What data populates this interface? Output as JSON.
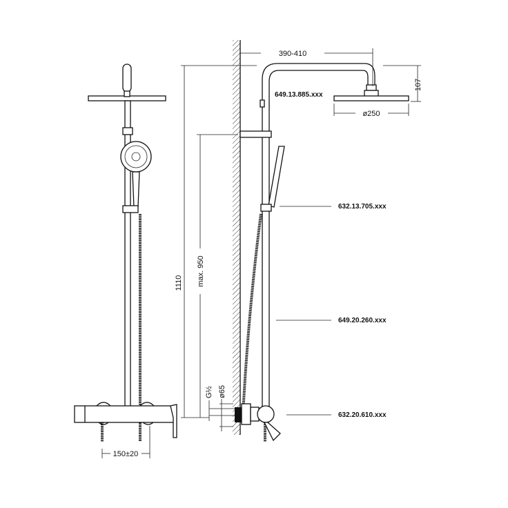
{
  "dimensions": {
    "arm_projection": "390-410",
    "head_height": "107",
    "head_diameter": "ø250",
    "total_height": "1110",
    "max_height": "max. 950",
    "thread": "G½",
    "rosette_diameter": "ø65",
    "inlet_spacing": "150±20"
  },
  "part_codes": {
    "shower_head": "649.13.885.xxx",
    "hand_shower": "632.13.705.xxx",
    "riser_rail": "649.20.260.xxx",
    "mixer": "632.20.610.xxx"
  }
}
